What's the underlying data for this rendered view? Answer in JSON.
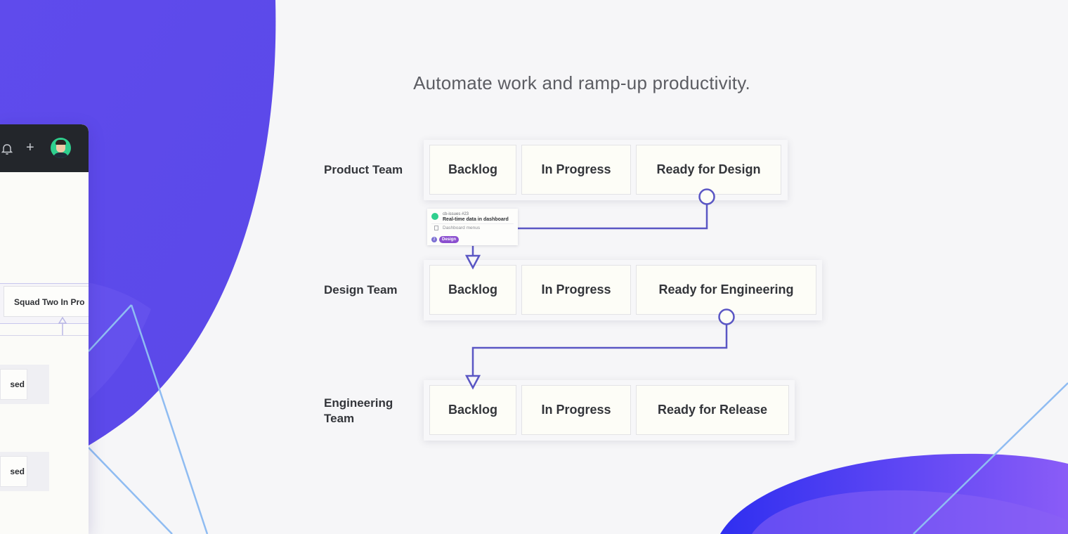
{
  "headline": "Automate work and ramp-up productivity.",
  "colors": {
    "accent_purple": "#5b4bea",
    "connector": "#5a56c4",
    "line_blue": "#8fbcf2",
    "tag_purple": "#8b4fcf"
  },
  "app_window": {
    "icons": [
      "bell-icon",
      "plus-icon",
      "avatar"
    ],
    "plus_glyph": "+",
    "squad_card": "Squad Two In Pro",
    "partial_cards": [
      "sed",
      "sed"
    ]
  },
  "teams": [
    {
      "label": "Product Team",
      "columns": [
        "Backlog",
        "In Progress",
        "Ready for Design"
      ]
    },
    {
      "label": "Design Team",
      "columns": [
        "Backlog",
        "In Progress",
        "Ready for Engineering"
      ]
    },
    {
      "label": "Engineering Team",
      "columns": [
        "Backlog",
        "In Progress",
        "Ready for Release"
      ]
    }
  ],
  "issue_card": {
    "id": "cb-issues #23",
    "title": "Real-time data in dashboard",
    "subtitle": "Dashboard menus",
    "estimate": "2",
    "tag": "Design"
  }
}
